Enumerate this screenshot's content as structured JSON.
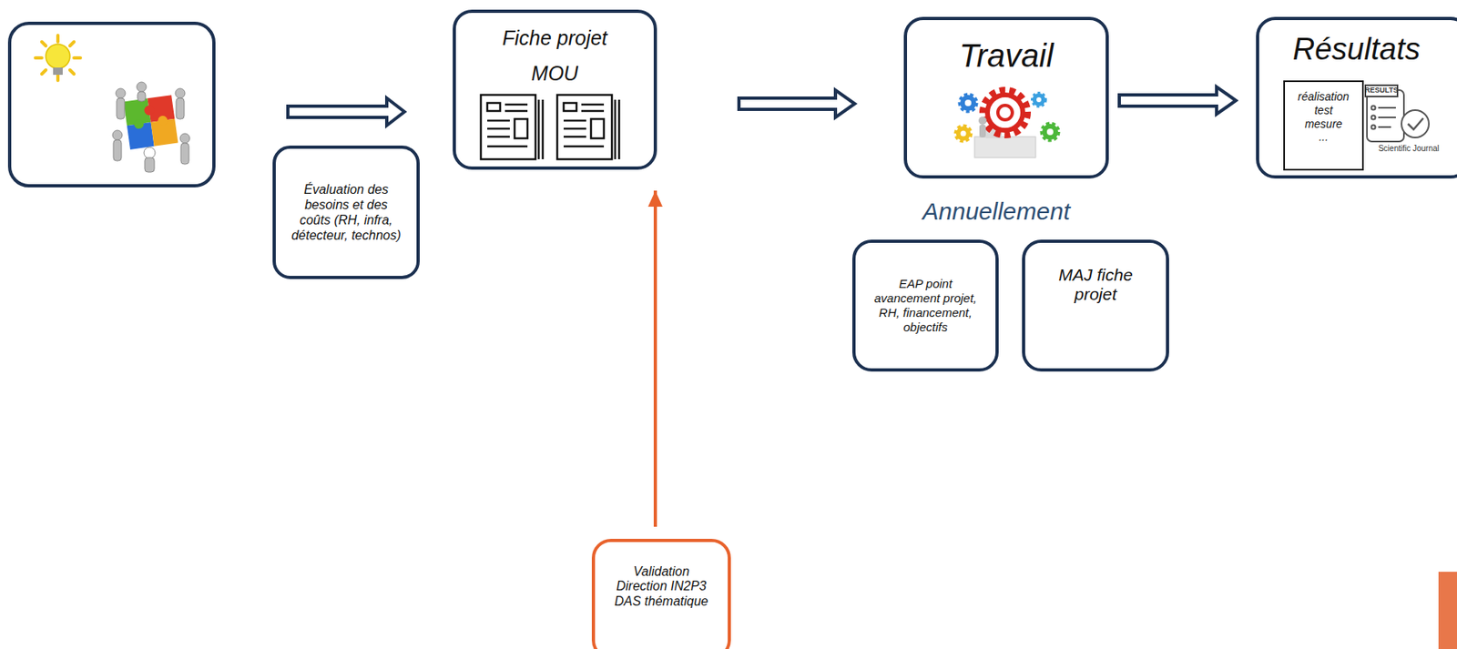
{
  "diagram": {
    "nodes": [
      {
        "text": [
          "Évaluation des besoins et des coûts (RH, infra, détecteur, technos)"
        ]
      },
      {
        "text": [
          "Fiche projet MOU"
        ]
      },
      {
        "text": [
          "Travail"
        ]
      },
      {
        "text": [
          "Résultats"
        ]
      },
      {
        "text": [
          "réalisation test mesure ..."
        ],
        "in": 3
      },
      {
        "text": [
          "EAP point avancement projet, RH, financement, objectifs"
        ]
      },
      {
        "text": [
          "MAJ fiche projet"
        ]
      },
      {
        "text": [
          "Validation Direction IN2P3 DAS thématique"
        ]
      }
    ],
    "edges": [
      {
        "from": 1,
        "to": 2,
        "arrow": "to"
      },
      {
        "from": 2,
        "to": 3,
        "arrow": "to"
      },
      {
        "from": 7,
        "to": 1,
        "arrow": "to"
      }
    ],
    "labels": [
      "Annuellement",
      "RESULTS",
      "Scientific Journal"
    ]
  }
}
